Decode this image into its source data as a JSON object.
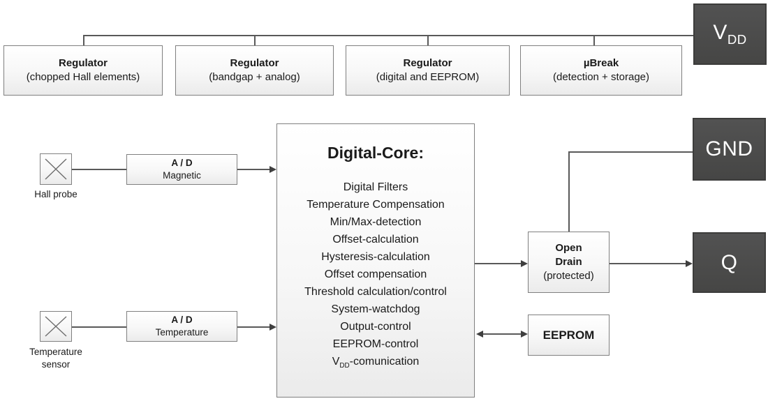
{
  "diagram": {
    "top_boxes": [
      {
        "title": "Regulator",
        "subtitle": "(chopped Hall elements)"
      },
      {
        "title": "Regulator",
        "subtitle": "(bandgap + analog)"
      },
      {
        "title": "Regulator",
        "subtitle": "(digital and EEPROM)"
      },
      {
        "title": "µBreak",
        "subtitle": "(detection + storage)"
      }
    ],
    "pins": {
      "vdd_main": "V",
      "vdd_sub": "DD",
      "gnd": "GND",
      "q": "Q"
    },
    "sensors": {
      "hall": {
        "label": "Hall probe"
      },
      "temperature": {
        "label_line1": "Temperature",
        "label_line2": "sensor"
      }
    },
    "adc": {
      "magnetic": {
        "line1": "A / D",
        "line2": "Magnetic"
      },
      "temperature": {
        "line1": "A / D",
        "line2": "Temperature"
      }
    },
    "core": {
      "title": "Digital-Core:",
      "items": [
        "Digital Filters",
        "Temperature Compensation",
        "Min/Max-detection",
        "Offset-calculation",
        "Hysteresis-calculation",
        "Offset compensation",
        "Threshold calculation/control",
        "System-watchdog",
        "Output-control",
        "EEPROM-control"
      ],
      "vdd_item": {
        "pre": "V",
        "sub": "DD",
        "post": "-comunication"
      }
    },
    "open_drain": {
      "line1": "Open",
      "line2": "Drain",
      "line3": "(protected)"
    },
    "eeprom": {
      "label": "EEPROM"
    },
    "colors": {
      "dark_box": "#4a4a49",
      "box_border": "#7f7f7f",
      "connector": "#595959"
    }
  }
}
